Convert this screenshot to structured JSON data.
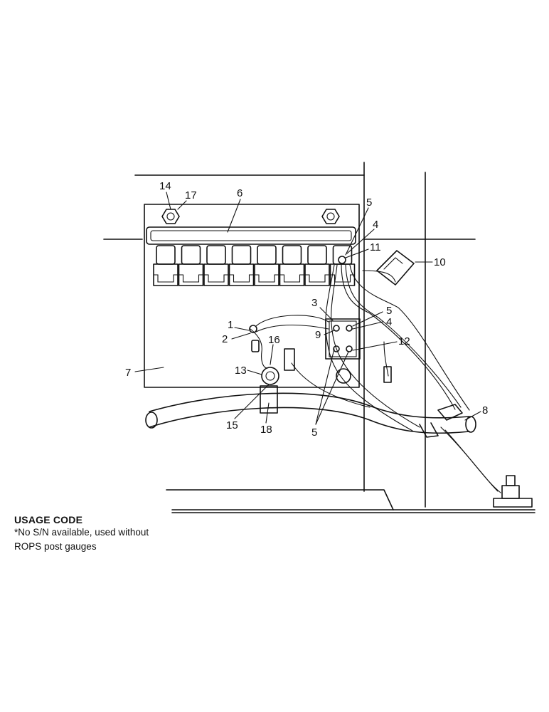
{
  "callouts": [
    "14",
    "17",
    "6",
    "5",
    "4",
    "11",
    "10",
    "3",
    "5",
    "4",
    "1",
    "2",
    "9",
    "12",
    "16",
    "7",
    "13",
    "8",
    "15",
    "18",
    "5"
  ],
  "usage": {
    "heading": "USAGE CODE",
    "line1": "*No S/N available, used without",
    "line2": "ROPS post gauges"
  }
}
